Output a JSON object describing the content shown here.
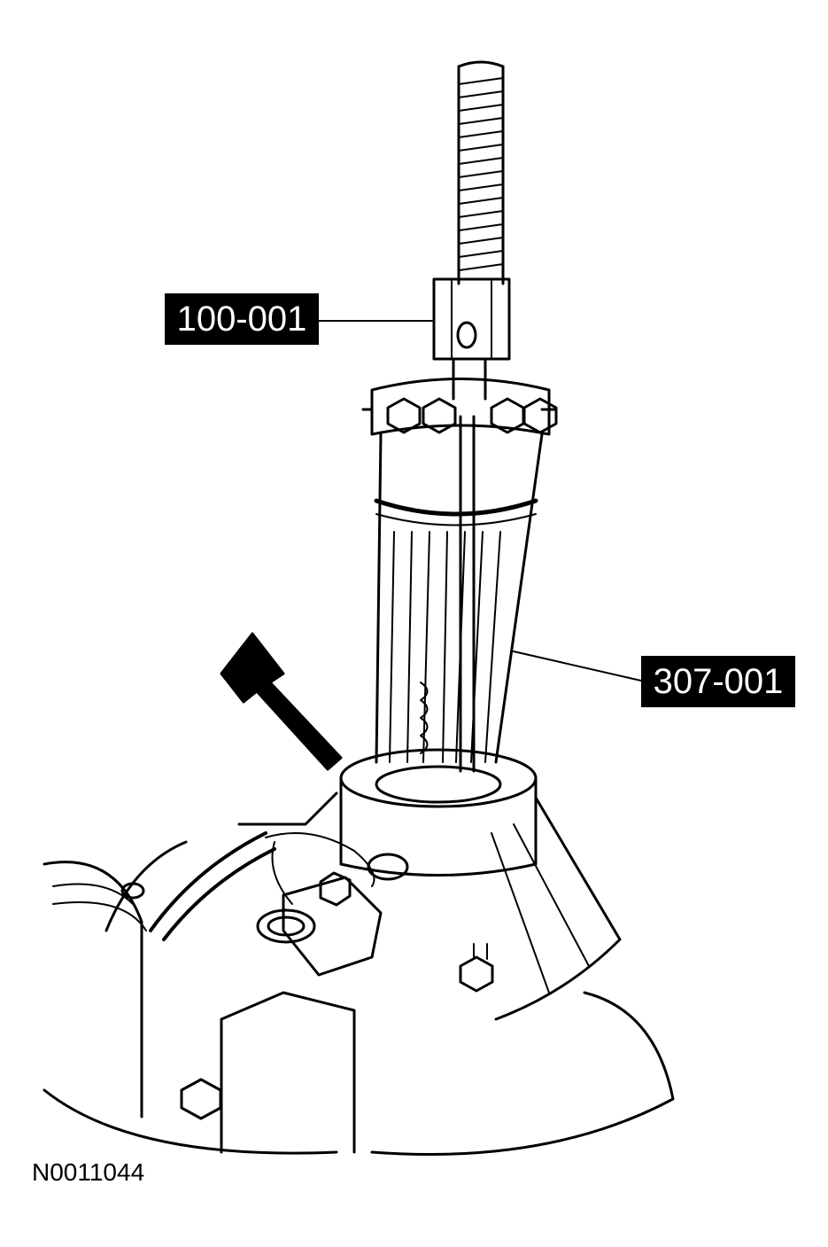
{
  "callouts": {
    "tool_1": "100-001",
    "tool_2": "307-001"
  },
  "figure_id": "N0011044"
}
